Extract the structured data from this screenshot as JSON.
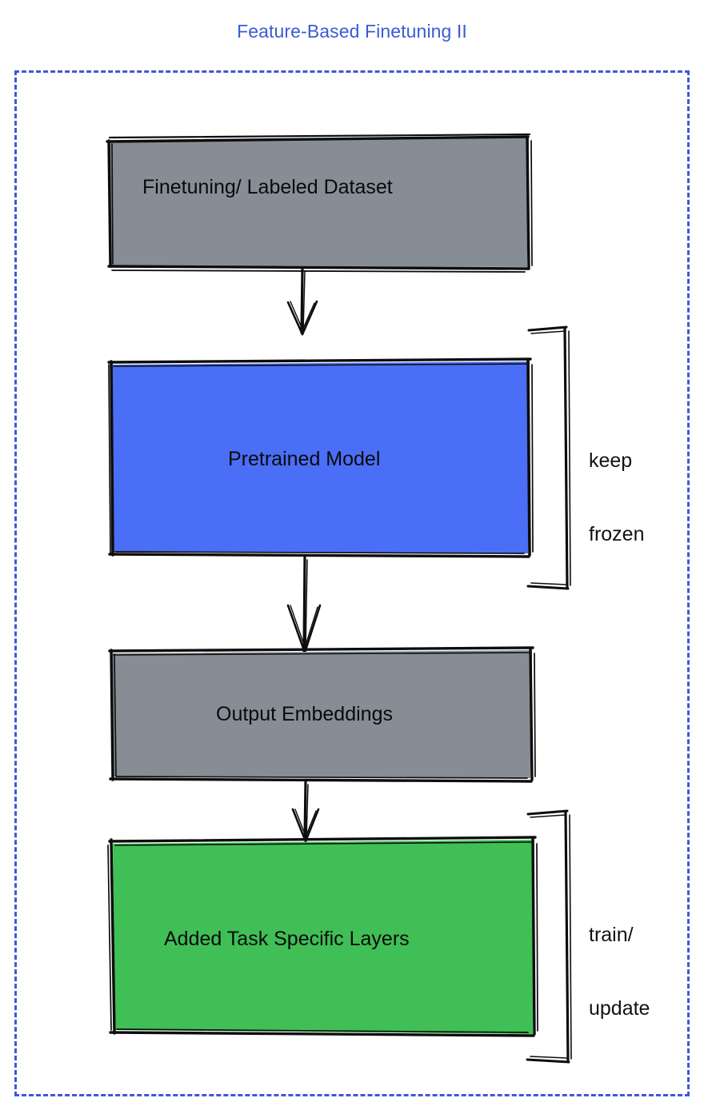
{
  "title": "Feature-Based Finetuning II",
  "colors": {
    "title_text": "#3b5bd4",
    "frame_dashed": "#3b5bd4",
    "gray_fill": "#868d95",
    "blue_fill": "#4a6ef5",
    "green_fill": "#3fbf55",
    "stroke": "#0d0d0d",
    "label_text": "#0a0a0a"
  },
  "chart_data": {
    "type": "diagram",
    "title": "Feature-Based Finetuning II",
    "orientation": "top-to-bottom flowchart",
    "nodes": [
      {
        "id": "dataset",
        "label": "Finetuning/ Labeled Dataset",
        "fill": "#868d95",
        "shape": "rectangle"
      },
      {
        "id": "pretrained",
        "label": "Pretrained Model",
        "fill": "#4a6ef5",
        "shape": "rectangle"
      },
      {
        "id": "embeddings",
        "label": "Output Embeddings",
        "fill": "#868d95",
        "shape": "rectangle"
      },
      {
        "id": "task_layers",
        "label": "Added Task Specific Layers",
        "fill": "#3fbf55",
        "shape": "rectangle"
      }
    ],
    "edges": [
      {
        "from": "dataset",
        "to": "pretrained",
        "style": "arrow"
      },
      {
        "from": "pretrained",
        "to": "embeddings",
        "style": "arrow"
      },
      {
        "from": "embeddings",
        "to": "task_layers",
        "style": "arrow"
      }
    ],
    "annotations": [
      {
        "id": "frozen_bracket",
        "label": "keep\nfrozen",
        "targets": [
          "pretrained"
        ],
        "side": "right"
      },
      {
        "id": "train_bracket",
        "label": "train/\nupdate",
        "targets": [
          "task_layers"
        ],
        "side": "right"
      }
    ]
  },
  "nodes": {
    "dataset": {
      "label": "Finetuning/ Labeled Dataset"
    },
    "pretrained": {
      "label": "Pretrained Model"
    },
    "embeddings": {
      "label": "Output Embeddings"
    },
    "task_layers": {
      "label": "Added Task Specific Layers"
    }
  },
  "annotations": {
    "keep_frozen": {
      "line1": "keep",
      "line2": "frozen"
    },
    "train_update": {
      "line1": "train/",
      "line2": "update"
    }
  }
}
